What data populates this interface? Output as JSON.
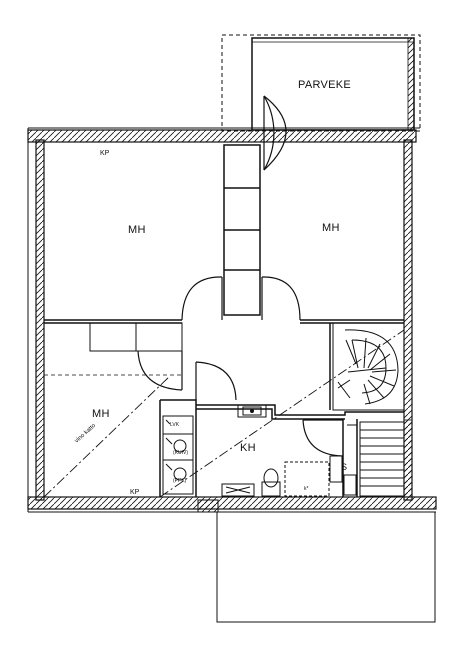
{
  "labels": {
    "balcony": "PARVEKE",
    "bedroom_top_left": "MH",
    "bedroom_top_right": "MH",
    "bedroom_bottom_left": "MH",
    "bathroom": "KH",
    "closet_top": "KP",
    "closet_bottom": "KP",
    "lvk": "LVK",
    "kuiv": "(KUIV)",
    "pp": "(PPK)",
    "sauna": "S",
    "sloped_roof": "vino katto",
    "floor_drain": "k*"
  },
  "colors": {
    "ink": "#111111",
    "paper": "#ffffff"
  }
}
